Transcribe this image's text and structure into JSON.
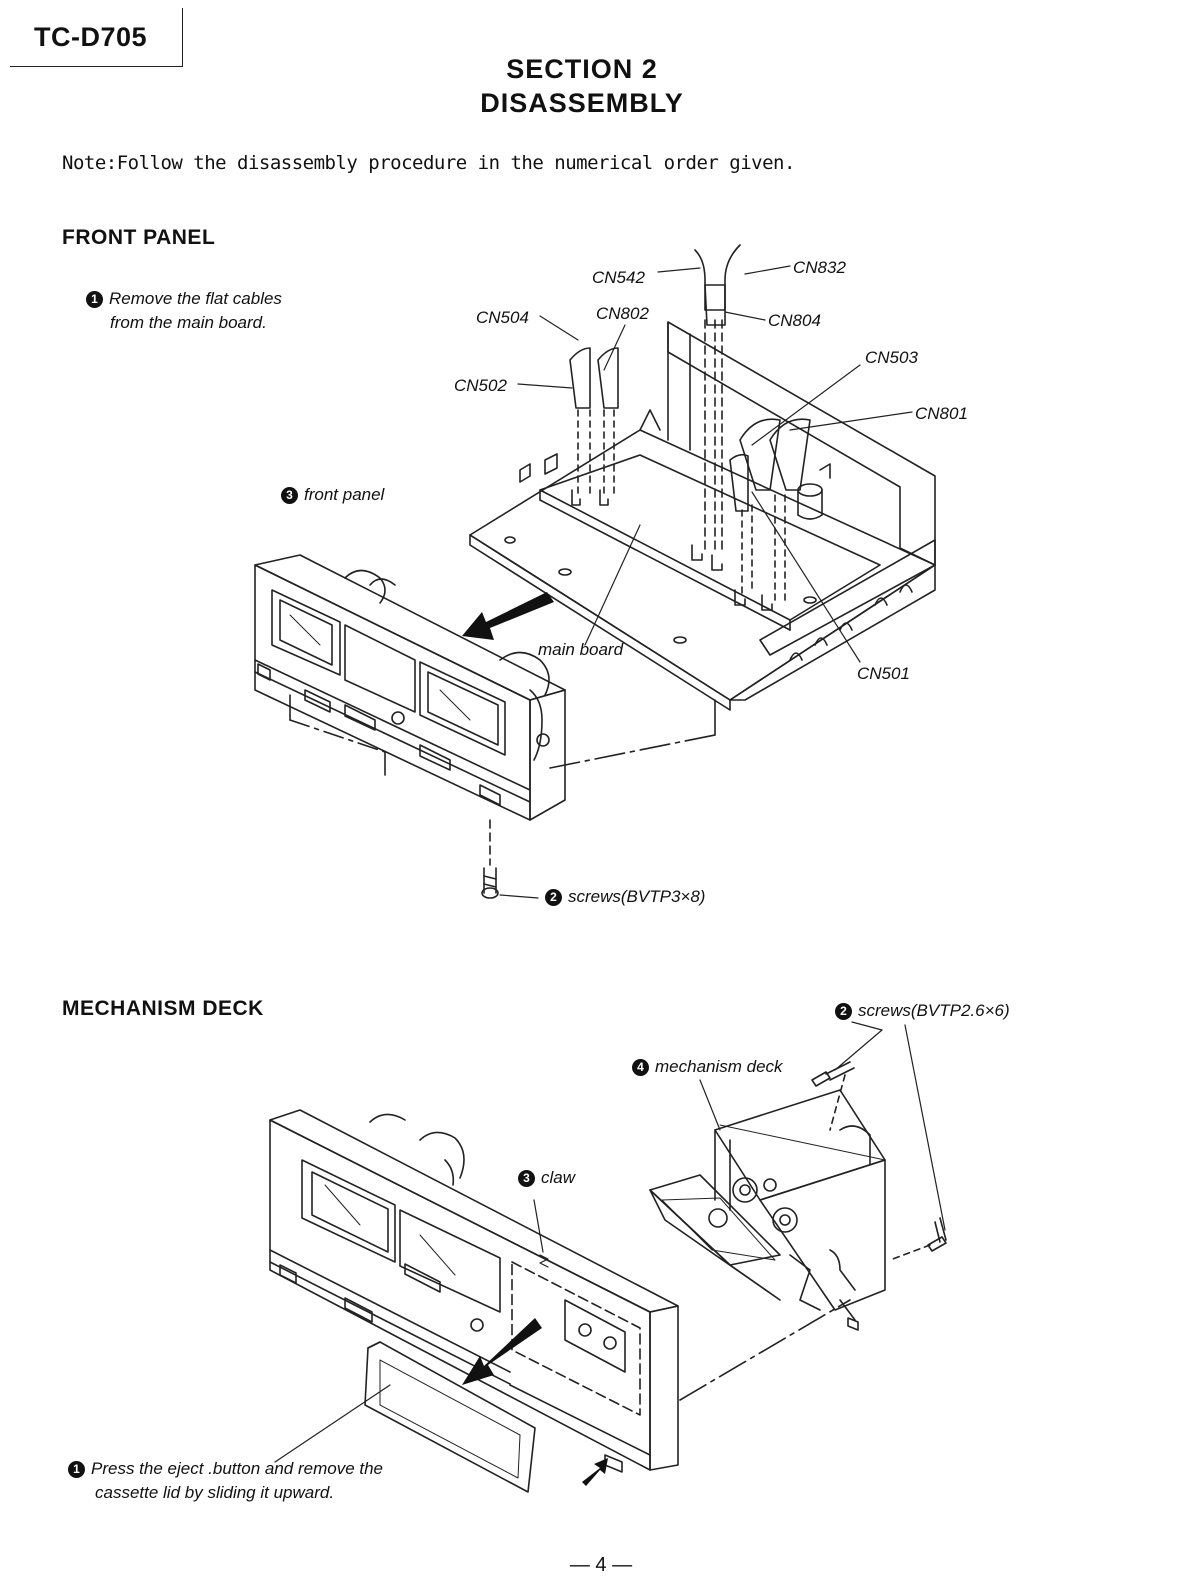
{
  "header": {
    "model": "TC-D705"
  },
  "section": {
    "number": "SECTION 2",
    "title": "DISASSEMBLY"
  },
  "note": "Note:Follow the disassembly procedure in the numerical order given.",
  "front_panel": {
    "heading": "FRONT PANEL",
    "step1_num": "1",
    "step1_line1": "Remove the flat cables",
    "step1_line2": "from the main board.",
    "step2_num": "2",
    "step2_text": "screws(BVTP3×8)",
    "step3_num": "3",
    "step3_text": "front panel",
    "main_board": "main board",
    "connectors": {
      "cn542": "CN542",
      "cn832": "CN832",
      "cn504": "CN504",
      "cn802": "CN802",
      "cn804": "CN804",
      "cn503": "CN503",
      "cn502": "CN502",
      "cn801": "CN801",
      "cn501": "CN501"
    }
  },
  "mechanism_deck": {
    "heading": "MECHANISM DECK",
    "step1_num": "1",
    "step1_line1": "Press the eject .button and remove the",
    "step1_line2": "cassette lid by sliding it upward.",
    "step2_num": "2",
    "step2_text": "screws(BVTP2.6×6)",
    "step3_num": "3",
    "step3_text": "claw",
    "step4_num": "4",
    "step4_text": "mechanism deck"
  },
  "page_number": "— 4 —"
}
